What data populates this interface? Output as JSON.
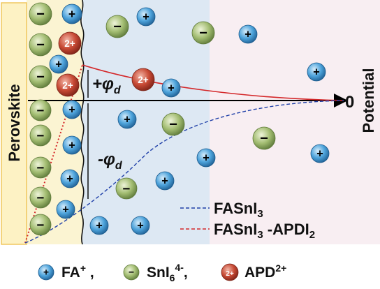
{
  "layer_label": "Perovskite",
  "axis_label": "Potential",
  "zero_label": "0",
  "phi_positive": "+φ",
  "phi_negative": "-φ",
  "phi_subscript": "d",
  "legend_curves": {
    "blue": {
      "label": "FASnI",
      "sub": "3",
      "tail": "",
      "color": "#1f3fa8"
    },
    "red": {
      "label": "FASnI",
      "sub": "3",
      "tail": " -APDI",
      "sub2": "2",
      "color": "#d4282a"
    }
  },
  "legend_ions": {
    "fa": {
      "label": "FA",
      "sup": "+",
      "tail": " ,"
    },
    "sni": {
      "label": "SnI",
      "sub": "6",
      "sup": "4-",
      "tail": ","
    },
    "apd": {
      "label": "APD",
      "sup": "2+"
    }
  },
  "ion_glyphs": {
    "plus": "+",
    "minus": "−",
    "apd": "2+"
  },
  "colors": {
    "perovskite": "#fdf2c4",
    "double_layer": "#fbf4d2",
    "bulk": "#dde8f3",
    "far": "#f8eef2",
    "fa_ion": "#4a9fd8",
    "sni_ion": "#9ab66a",
    "apd_ion": "#c0392b"
  }
}
